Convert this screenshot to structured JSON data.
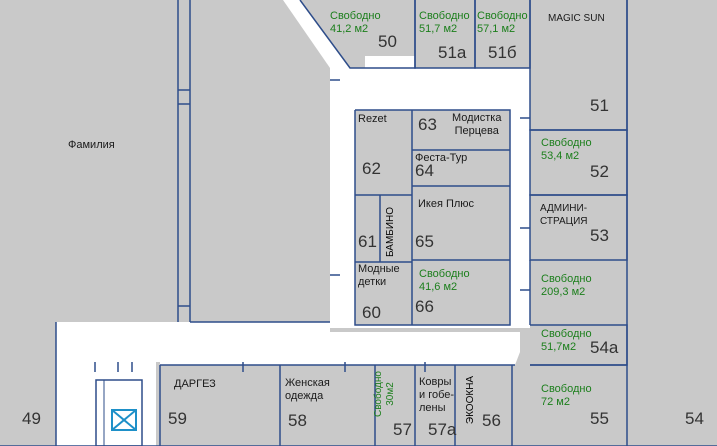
{
  "colors": {
    "grey": "#c9c9c9",
    "wall": "#2e4d8a",
    "free_text": "#1c7f1c",
    "corridor": "#ffffff",
    "escalator": "#1e90c8"
  },
  "stores": {
    "familiya": {
      "name": "Фамилия"
    },
    "u49": {
      "num": "49"
    },
    "u50": {
      "label": "Свободно\n41,2 м2",
      "num": "50"
    },
    "u51a": {
      "label": "Свободно\n51,7 м2",
      "num": "51а"
    },
    "u51b": {
      "label": "Свободно\n57,1 м2",
      "num": "51б"
    },
    "u51": {
      "label": "MAGIC SUN",
      "num": "51"
    },
    "u52": {
      "label": "Свободно\n53,4 м2",
      "num": "52"
    },
    "u53": {
      "label": "АДМИНИ-\nСТРАЦИЯ",
      "num": "53"
    },
    "u53free": {
      "label": "Свободно\n209,3 м2"
    },
    "u54a": {
      "label": "Свободно\n51,7м2",
      "num": "54а"
    },
    "u55": {
      "label": "Свободно\n72  м2",
      "num": "55"
    },
    "u54": {
      "num": "54"
    },
    "u62": {
      "label": "Rezet",
      "num": "62"
    },
    "u63": {
      "label": "Модистка\nПерцева",
      "num": "63"
    },
    "u64": {
      "label": "Феста-Тур",
      "num": "64"
    },
    "u65": {
      "label": "Икея Плюс",
      "num": "65"
    },
    "u61": {
      "label": "БАМБИНО",
      "num": "61"
    },
    "u60": {
      "label": "Модные\nдетки",
      "num": "60"
    },
    "u66": {
      "label": "Свободно\n41,6 м2",
      "num": "66"
    },
    "u59": {
      "label": "ДАРГЕЗ",
      "num": "59"
    },
    "u58": {
      "label": "Женская\nодежда",
      "num": "58"
    },
    "u57": {
      "label": "Свободно\n30м2",
      "num": "57"
    },
    "u57a": {
      "label": "Ковры\nи гобе-\nлены",
      "num": "57а"
    },
    "u56": {
      "label": "ЭКООКНА",
      "num": "56"
    }
  }
}
